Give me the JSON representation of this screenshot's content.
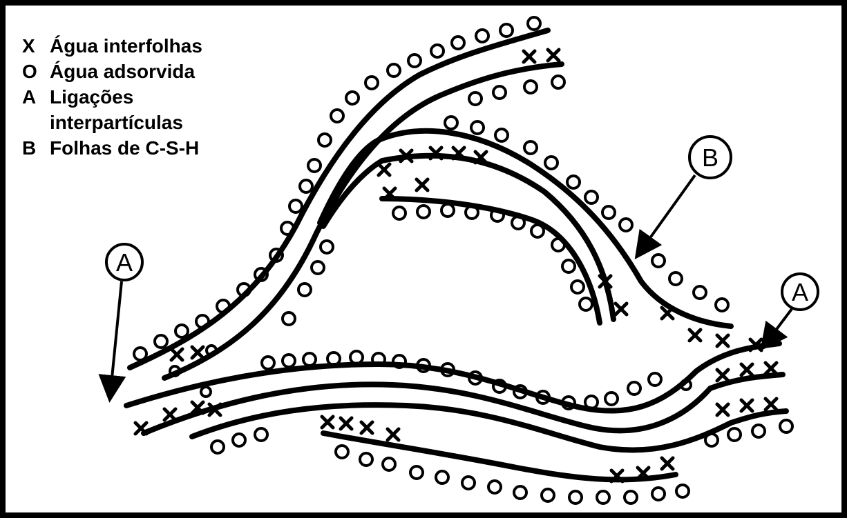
{
  "legend": {
    "items": [
      {
        "symbol": "X",
        "text": "Água interfolhas"
      },
      {
        "symbol": "O",
        "text": "Água adsorvida"
      },
      {
        "symbol": "A",
        "text": "Ligações"
      },
      {
        "symbol": "",
        "text": "interpartículas"
      },
      {
        "symbol": "B",
        "text": "Folhas de C-S-H"
      }
    ]
  },
  "callouts": {
    "a_left": "A",
    "a_right": "A",
    "b": "B"
  }
}
